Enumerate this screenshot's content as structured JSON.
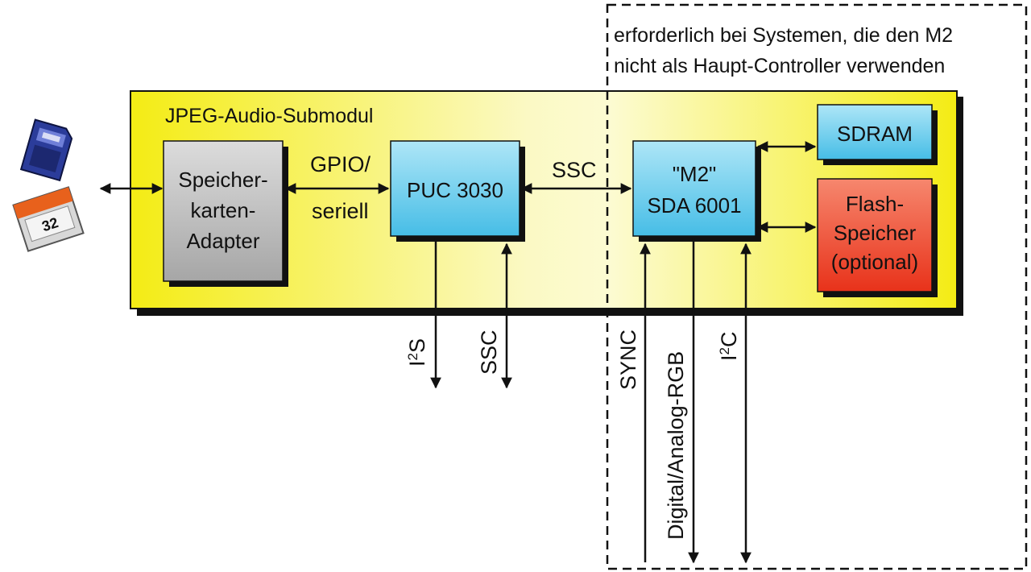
{
  "note": {
    "line1": "erforderlich bei Systemen, die den M2",
    "line2": "nicht als Haupt-Controller verwenden"
  },
  "submodule": {
    "title": "JPEG-Audio-Submodul"
  },
  "blocks": {
    "adapter": {
      "lines": [
        "Speicher-",
        "karten-",
        "Adapter"
      ]
    },
    "puc": {
      "label": "PUC 3030"
    },
    "m2": {
      "lines": [
        "\"M2\"",
        "SDA 6001"
      ]
    },
    "sdram": {
      "label": "SDRAM"
    },
    "flash": {
      "lines": [
        "Flash-",
        "Speicher",
        "(optional)"
      ]
    }
  },
  "connections": {
    "gpio": [
      "GPIO/",
      "seriell"
    ],
    "ssc_top": "SSC"
  },
  "outputs": {
    "i2s": {
      "base": "I",
      "sup": "2",
      "tail": "S"
    },
    "ssc": "SSC",
    "sync": "SYNC",
    "rgb": "Digital/Analog-RGB",
    "i2c": {
      "base": "I",
      "sup": "2",
      "tail": "C"
    }
  },
  "cards": {
    "sd_card": "sd-card-icon",
    "cf_card": "compact-flash-card-icon",
    "cf_capacity": "32"
  },
  "colors": {
    "yellow": "#f3ee1e",
    "blue": "#5cc8ea",
    "gray": "#b4b4b4",
    "red": "#ef3b1e"
  }
}
